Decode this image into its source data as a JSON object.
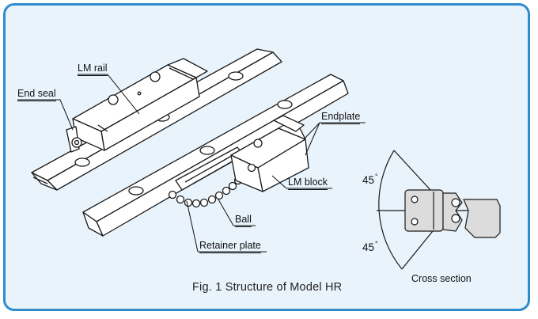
{
  "labels": {
    "lm_rail": "LM rail",
    "end_seal": "End seal",
    "endplate": "Endplate",
    "lm_block": "LM block",
    "ball": "Ball",
    "retainer_plate": "Retainer plate",
    "cross_section": "Cross section"
  },
  "angles": {
    "upper": "45",
    "lower": "45",
    "unit": "°"
  },
  "caption": "Fig. 1 Structure of Model HR",
  "colors": {
    "frame_border": "#2e8ccc",
    "frame_fill": "#e9f3fb",
    "part_fill": "#ffffff",
    "line": "#1a1a1a",
    "cross_fill": "#dcdcdc"
  }
}
